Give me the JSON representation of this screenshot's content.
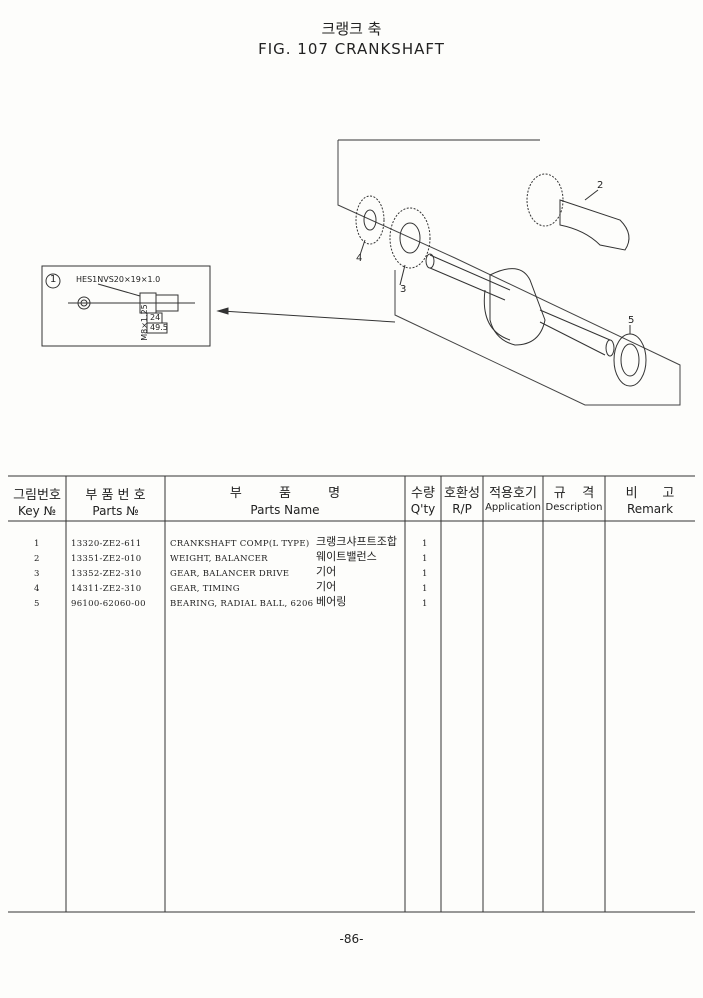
{
  "header": {
    "title_korean": "크랭크 축",
    "title": "FIG. 107  CRANKSHAFT"
  },
  "diagram": {
    "callouts": [
      "1",
      "2",
      "3",
      "4",
      "5"
    ],
    "detail": {
      "marker": "1",
      "spec": "HES1NVS20×19×1.0",
      "dims": [
        "24",
        "49.5",
        "M8×1.25"
      ]
    }
  },
  "table": {
    "headers": [
      {
        "ko": "그림번호",
        "en": "Key №"
      },
      {
        "ko": "부 품 번 호",
        "en": "Parts №"
      },
      {
        "ko": "부         품         명",
        "en": "Parts Name"
      },
      {
        "ko": "수량",
        "en": "Q'ty"
      },
      {
        "ko": "호환성",
        "en": "R/P"
      },
      {
        "ko": "적용호기",
        "en": "Application"
      },
      {
        "ko": "규    격",
        "en": "Description"
      },
      {
        "ko": "비      고",
        "en": "Remark"
      }
    ],
    "rows": [
      {
        "key": "1",
        "part_no": "13320-ZE2-611",
        "name": "CRANKSHAFT COMP(L TYPE)",
        "name_ko": "크랭크샤프트조합",
        "qty": "1"
      },
      {
        "key": "2",
        "part_no": "13351-ZE2-010",
        "name": "WEIGHT, BALANCER",
        "name_ko": "웨이트밸런스",
        "qty": "1"
      },
      {
        "key": "3",
        "part_no": "13352-ZE2-310",
        "name": "GEAR, BALANCER DRIVE",
        "name_ko": "기어",
        "qty": "1"
      },
      {
        "key": "4",
        "part_no": "14311-ZE2-310",
        "name": "GEAR, TIMING",
        "name_ko": "기어",
        "qty": "1"
      },
      {
        "key": "5",
        "part_no": "96100-62060-00",
        "name": "BEARING, RADIAL BALL, 6206",
        "name_ko": "베어링",
        "qty": "1"
      }
    ]
  },
  "footer": {
    "page": "-86-"
  }
}
